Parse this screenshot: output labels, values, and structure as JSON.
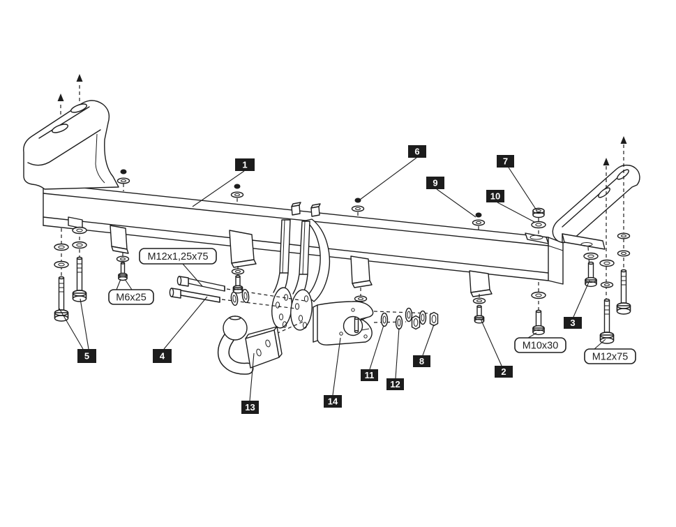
{
  "diagram": {
    "background_color": "#ffffff",
    "line_color": "#1d1d1d",
    "callout_box_color": "#1c1c1c",
    "callout_text_color": "#ffffff",
    "spec_label_bg": "#ffffff",
    "spec_label_border": "#1d1d1d",
    "callouts": [
      {
        "label": "1"
      },
      {
        "label": "2"
      },
      {
        "label": "3"
      },
      {
        "label": "4"
      },
      {
        "label": "5"
      },
      {
        "label": "6"
      },
      {
        "label": "7"
      },
      {
        "label": "8"
      },
      {
        "label": "9"
      },
      {
        "label": "10"
      },
      {
        "label": "11"
      },
      {
        "label": "12"
      },
      {
        "label": "13"
      },
      {
        "label": "14"
      }
    ],
    "spec_labels": [
      {
        "label": "M12x1,25x75"
      },
      {
        "label": "M6x25"
      },
      {
        "label": "M10x30"
      },
      {
        "label": "M12x75"
      }
    ]
  }
}
